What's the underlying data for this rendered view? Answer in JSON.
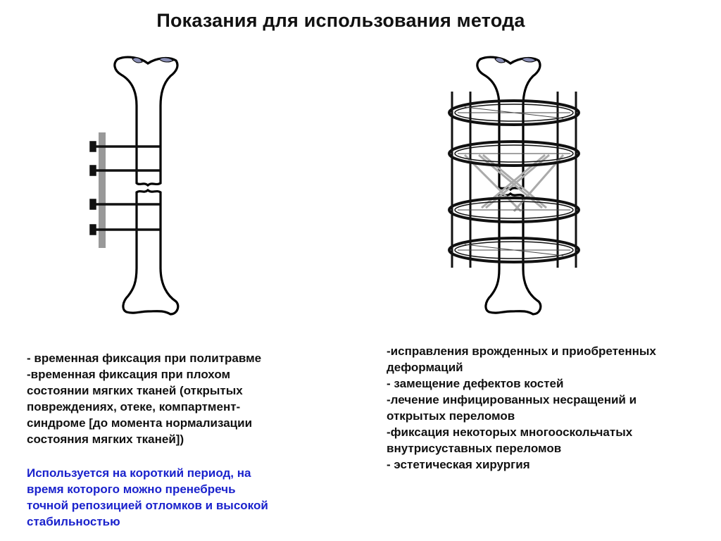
{
  "title": "Показания для использования метода",
  "left_text": [
    "- временная фиксация при политравме",
    "-временная фиксация при плохом",
    "состоянии мягких тканей (открытых",
    "повреждениях, отеке, компартмент-",
    "синдроме [до момента нормализации",
    "состояния мягких тканей])"
  ],
  "note_text": [
    "Используется на короткий период, на",
    "время которого можно пренебречь",
    "точной репозицией отломков и высокой",
    " стабильностью"
  ],
  "right_text": [
    "-исправления врожденных и приобретенных",
    "деформаций",
    "- замещение дефектов костей",
    "-лечение инфицированных несращений и",
    "открытых переломов",
    "-фиксация некоторых многооскольчатых",
    "внутрисуставных переломов",
    "- эстетическая хирургия"
  ],
  "colors": {
    "note_text": "#1a22cc",
    "frame_rod": "#999999",
    "cartilage": "#8a8fb5",
    "bone_outline": "#000000"
  }
}
